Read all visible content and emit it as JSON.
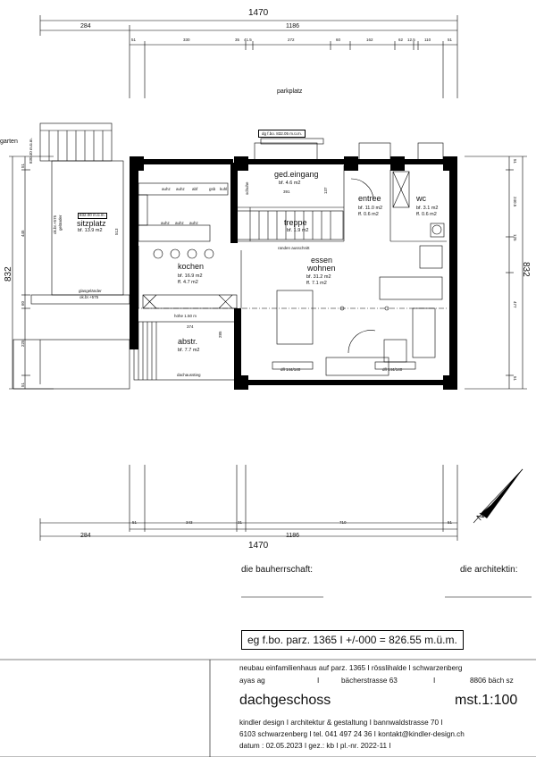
{
  "dims": {
    "top_total": "1470",
    "top_inner": "1186",
    "top_left": "284",
    "top_segments": [
      "51",
      "330",
      "35",
      "41.5",
      "272",
      "60",
      "162",
      "62",
      "12.5",
      "110",
      "51"
    ],
    "bottom_total": "1470",
    "bottom_inner": "1186",
    "bottom_left": "284",
    "bottom_segments": [
      "51",
      "343",
      "31",
      "710",
      "51"
    ],
    "left_total": "832",
    "left_segments": [
      "445",
      "60",
      "225",
      "51"
    ],
    "right_total": "832",
    "right_segments": [
      "51",
      "240.5",
      "125",
      "477",
      "51"
    ],
    "inner_left": "513",
    "inner_374": "374",
    "inner_285": "285",
    "inner_391": "391",
    "inner_137": "137"
  },
  "labels": {
    "parkplatz": "parkplatz",
    "garten": "garten",
    "garten_height": "830.40 m.ü.m.",
    "dg_level": "dg f.bo. 832.05 m.ü.m.",
    "sitzplatz_level": "832.00 m.ü.m.",
    "sitzplatz_ok": "ok.br.+575",
    "sitzplatz_gel": "geländer",
    "gelaender": "glasgeländer",
    "gelaender_ok": "ok.br.+575",
    "schuhe": "schuhe",
    "ranke": "randen ausschnitt",
    "hoehe": "höhe 1.50 m",
    "dachausstieg": "dachausstieg"
  },
  "rooms": {
    "sitzplatz": {
      "name": "sitzplatz",
      "bf": "bf. 13.9 m2"
    },
    "ged_eingang": {
      "name": "ged.eingang",
      "bf": "bf. 4.6 m2"
    },
    "entree": {
      "name": "entree",
      "bf": "bf. 11.0 m2",
      "ff": "ff. 0.6 m2"
    },
    "wc": {
      "name": "wc",
      "bf": "bf. 3.1 m2",
      "ff": "ff. 0.6 m2"
    },
    "treppe": {
      "name": "treppe",
      "bf": "bf. 1.9 m2"
    },
    "kochen": {
      "name": "kochen",
      "bf": "bf. 16.9 m2",
      "ff": "ff. 4.7 m2"
    },
    "essen_wohnen": {
      "name1": "essen",
      "name2": "wohnen",
      "bf": "bf. 31.2 m2",
      "ff": "ff. 7.1 m2"
    },
    "abstr": {
      "name": "abstr.",
      "bf": "bf. 7.7 m2"
    }
  },
  "kitchen_tags": [
    "auhz",
    "auhz",
    "abf",
    "gsb",
    "kuhl",
    "auhz",
    "auhz",
    "auhz"
  ],
  "window_tags": [
    "dfl 144/140",
    "dfl 144/140"
  ],
  "signatures": {
    "client": "die bauherrschaft:",
    "architect": "die architektin:"
  },
  "reference": "eg f.bo. parz. 1365  I +/-000 = 826.55 m.ü.m.",
  "titleblock": {
    "line1": "neubau einfamilienhaus auf parz. 1365  I  rösslihalde  I  schwarzenberg",
    "line2a": "ayas ag",
    "line2b": "I",
    "line2c": "bächerstrasse 63",
    "line2d": "I",
    "line2e": "8806 bäch sz",
    "sheet": "dachgeschoss",
    "scale": "mst.1:100",
    "line3": "kindler design   I   architektur & gestaltung   I   bannwaldstrasse 70   I",
    "line4": "6103 schwarzenberg   I   tel. 041 497 24 36   I   kontakt@kindler-design.ch",
    "line5": "datum : 02.05.2023   I   gez.: kb   I   pl.-nr. 2022-11   I"
  },
  "north": "N"
}
